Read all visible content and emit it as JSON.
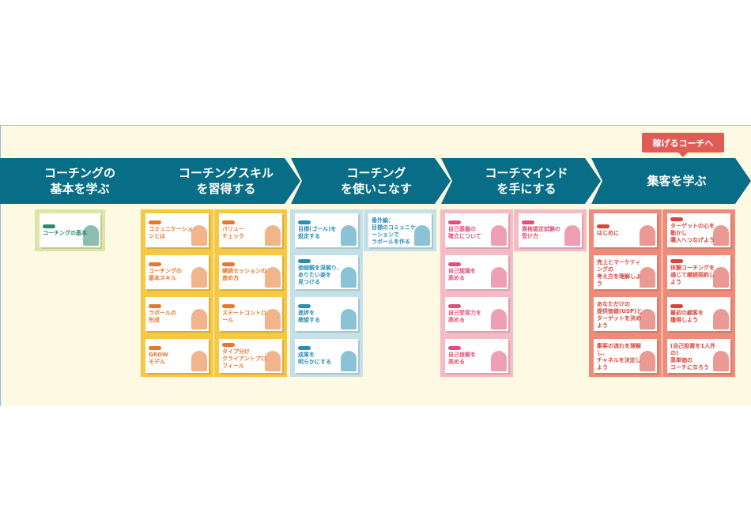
{
  "badge": "稼げるコーチへ",
  "steps": [
    "コーチングの\n基本を学ぶ",
    "コーチングスキル\nを習得する",
    "コーチング\nを使いこなす",
    "コーチマインド\nを手にする",
    "集客を学ぶ"
  ],
  "colors": {
    "bar": "#086d86",
    "green": "#dde5a6",
    "yellow": "#f5c944",
    "blue": "#c4e1ea",
    "pink": "#f4bac6",
    "salmon": "#ef8b7a",
    "panel": "#fdf9e3"
  },
  "cards": [
    {
      "g": "green",
      "title": "コーチングの基本"
    },
    {
      "g": "yellow",
      "title": "コミュニケーションとは"
    },
    {
      "g": "yellow",
      "title": "バリュー\nチェック"
    },
    {
      "g": "yellow",
      "title": "コーチングの\n基本スキル"
    },
    {
      "g": "yellow",
      "title": "継続セッションの\n進め方"
    },
    {
      "g": "yellow",
      "title": "ラポールの\n形成"
    },
    {
      "g": "yellow",
      "title": "ステートコントロール"
    },
    {
      "g": "yellow",
      "title": "GROW\nモデル"
    },
    {
      "g": "yellow",
      "title": "タイプ分け\nクライアントプロフィール"
    },
    {
      "g": "blue",
      "title": "目標(ゴール)を\n設定する"
    },
    {
      "g": "blue",
      "title": "番外編：\n目標のコミュニケーションで\nラポールを作る"
    },
    {
      "g": "blue",
      "title": "価値観を深掘り、\nありたい姿を\n見つける"
    },
    {
      "g": "blue",
      "title": "進捗を\n確認する"
    },
    {
      "g": "blue",
      "title": "成果を\n明らかにする"
    },
    {
      "g": "pink",
      "title": "自己基盤の\n確立について"
    },
    {
      "g": "pink",
      "title": "資格認定試験の\n受け方"
    },
    {
      "g": "pink",
      "title": "自己認識を\n高める"
    },
    {
      "g": "pink",
      "title": "自己受容力を\n高める"
    },
    {
      "g": "pink",
      "title": "自己信頼を\n高める"
    },
    {
      "g": "salmon",
      "title": "はじめに"
    },
    {
      "g": "salmon",
      "title": "ターゲットの心を動かし\n購入へつなげよう"
    },
    {
      "g": "salmon",
      "title": "売上とマーケティングの\n考え方を理解しよう"
    },
    {
      "g": "salmon",
      "title": "体験コーチングを\n通じて継続契約しよう"
    },
    {
      "g": "salmon",
      "title": "あなただけの\n提供価値(USP)と\nターゲットを決めよう"
    },
    {
      "g": "salmon",
      "title": "最初の顧客を\n獲得しよう"
    },
    {
      "g": "salmon",
      "title": "集客の流れを理解し、\nチャネルを決定しよう"
    },
    {
      "g": "salmon",
      "title": "(自己投資を1人外の)\n高単価の\nコーチになろう"
    }
  ]
}
